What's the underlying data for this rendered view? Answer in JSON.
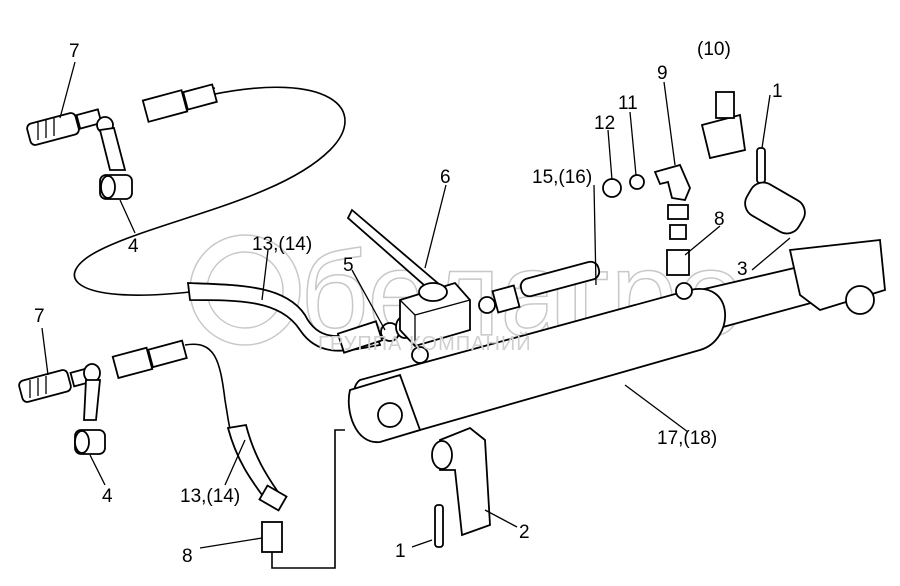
{
  "watermark": {
    "brand": "белагро",
    "tagline": "ГРУППА КОМПАНИЙ"
  },
  "labels": {
    "coupler_top": "7",
    "cap_top": "4",
    "hose_top": "13,(14)",
    "washer": "5",
    "valve": "6",
    "pipe": "15,(16)",
    "nut": "12",
    "ring": "11",
    "elbow": "9",
    "tee": "(10)",
    "pin_top": "1",
    "fitting_top": "8",
    "bushing": "3",
    "coupler_bottom": "7",
    "cap_bottom": "4",
    "hose_bottom": "13,(14)",
    "fitting_bottom": "8",
    "pin_bottom": "1",
    "bracket": "2",
    "cylinder": "17,(18)"
  }
}
